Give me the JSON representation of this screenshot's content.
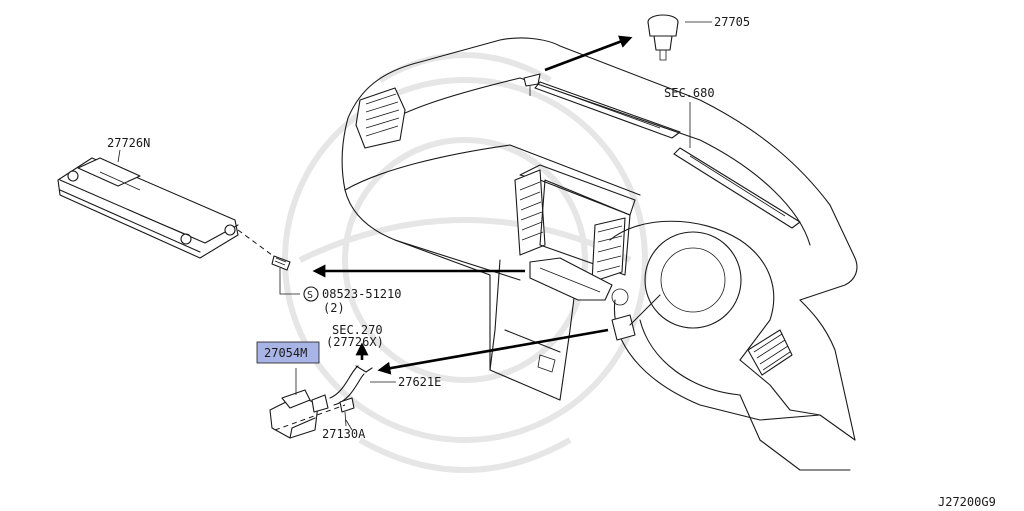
{
  "labels": {
    "p27705": "27705",
    "sec680": "SEC.680",
    "p27726n": "27726N",
    "screw_code": "08523-51210",
    "screw_qty": "(2)",
    "sec270": "SEC.270",
    "sec270_ref": "(27726X)",
    "p27054m": "27054M",
    "p27621e": "27621E",
    "p27130a": "27130A",
    "screw_symbol": "S",
    "diagram_id": "J27200G9"
  },
  "colors": {
    "highlight": "#a9b4e6",
    "line": "#1a1a1a",
    "watermark": "#e6e6e6"
  }
}
